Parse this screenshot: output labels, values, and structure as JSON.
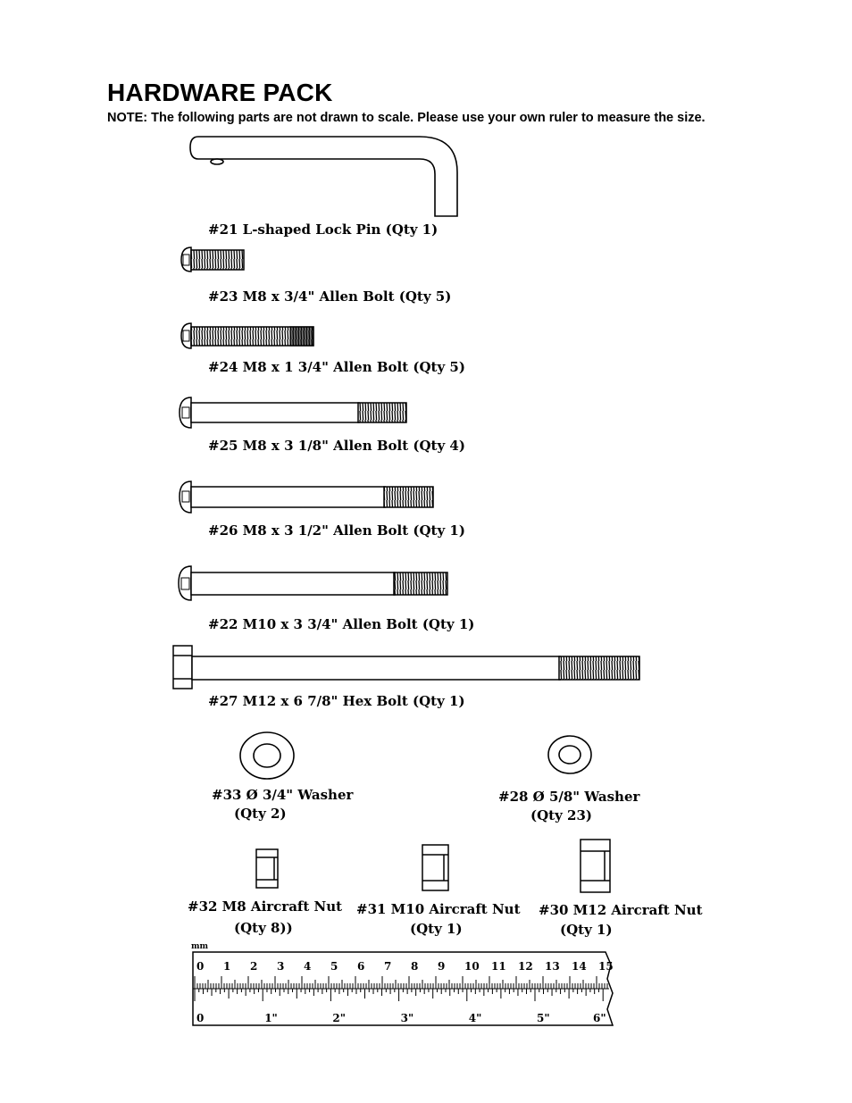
{
  "title": "HARDWARE PACK",
  "note": "NOTE:  The following parts are not drawn to scale.  Please use your own ruler to measure the size.",
  "parts": {
    "p21": "#21 L-shaped Lock Pin (Qty 1)",
    "p23": "#23 M8 x 3/4\" Allen Bolt (Qty 5)",
    "p24": "#24 M8 x 1 3/4\" Allen Bolt (Qty 5)",
    "p25": "#25 M8 x 3 1/8\" Allen Bolt (Qty 4)",
    "p26": "#26 M8 x 3 1/2\" Allen Bolt (Qty 1)",
    "p22": "#22 M10 x 3 3/4\" Allen Bolt (Qty 1)",
    "p27": "#27 M12 x 6 7/8\" Hex Bolt (Qty 1)"
  },
  "washers": {
    "w33_name": "#33 Ø 3/4\" Washer",
    "w33_qty": "(Qty 2)",
    "w28_name": "#28 Ø 5/8\" Washer",
    "w28_qty": "(Qty 23)"
  },
  "nuts": {
    "n32_name": "#32 M8 Aircraft Nut",
    "n32_qty": "(Qty 8))",
    "n31_name": "#31 M10 Aircraft Nut",
    "n31_qty": "(Qty 1)",
    "n30_name": "#30 M12 Aircraft Nut",
    "n30_qty": "(Qty 1)"
  },
  "ruler": {
    "unit_label": "mm",
    "cm_labels": [
      "0",
      "1",
      "2",
      "3",
      "4",
      "5",
      "6",
      "7",
      "8",
      "9",
      "10",
      "11",
      "12",
      "13",
      "14",
      "15"
    ],
    "inch_labels": [
      "0",
      "1\"",
      "2\"",
      "3\"",
      "4\"",
      "5\"",
      "6\""
    ]
  }
}
